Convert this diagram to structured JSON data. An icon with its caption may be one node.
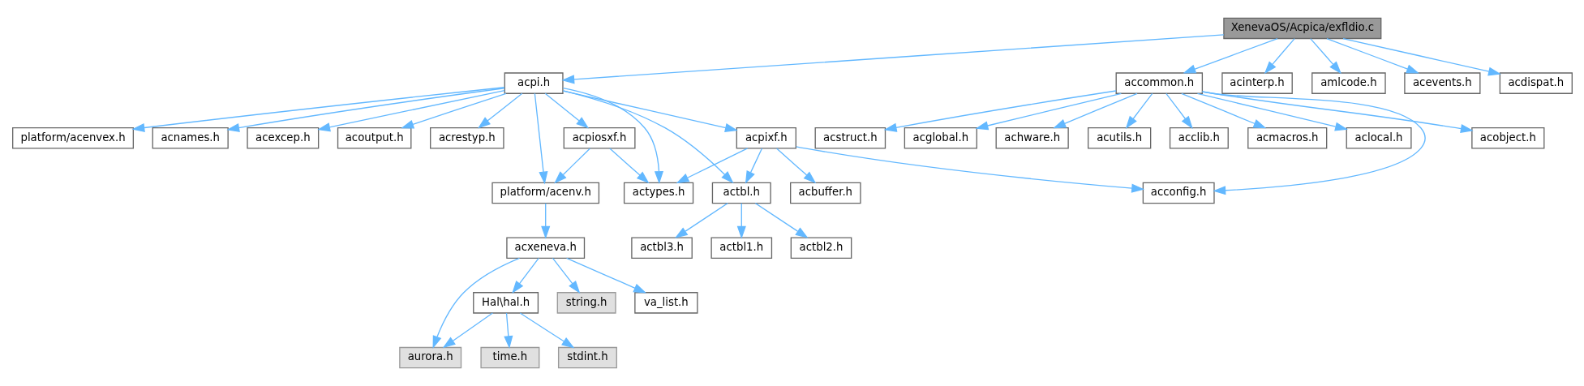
{
  "diagram": {
    "nodes": [
      {
        "text": [
          "XenevaOS/Acpica/exfldio.c"
        ]
      },
      {
        "text": [
          "acpi.h"
        ]
      },
      {
        "text": [
          "accommon.h"
        ]
      },
      {
        "text": [
          "acinterp.h"
        ]
      },
      {
        "text": [
          "amlcode.h"
        ]
      },
      {
        "text": [
          "acevents.h"
        ]
      },
      {
        "text": [
          "acdispat.h"
        ]
      },
      {
        "text": [
          "acexcep.h"
        ]
      },
      {
        "text": [
          "acoutput.h"
        ]
      },
      {
        "text": [
          "acrestyp.h"
        ]
      },
      {
        "text": [
          "acpiosxf.h"
        ]
      },
      {
        "text": [
          "acpixf.h"
        ]
      },
      {
        "text": [
          "platform/acenvex.h"
        ]
      },
      {
        "text": [
          "acnames.h"
        ]
      },
      {
        "text": [
          "acobject.h"
        ]
      },
      {
        "text": [
          "acstruct.h"
        ]
      },
      {
        "text": [
          "acglobal.h"
        ]
      },
      {
        "text": [
          "achware.h"
        ]
      },
      {
        "text": [
          "acutils.h"
        ]
      },
      {
        "text": [
          "acclib.h"
        ]
      },
      {
        "text": [
          "acmacros.h"
        ]
      },
      {
        "text": [
          "aclocal.h"
        ]
      },
      {
        "text": [
          "platform/acenv.h"
        ]
      },
      {
        "text": [
          "actypes.h"
        ]
      },
      {
        "text": [
          "actbl.h"
        ]
      },
      {
        "text": [
          "acbuffer.h"
        ]
      },
      {
        "text": [
          "acconfig.h"
        ]
      },
      {
        "text": [
          "acxeneva.h"
        ]
      },
      {
        "text": [
          "actbl1.h"
        ]
      },
      {
        "text": [
          "actbl2.h"
        ]
      },
      {
        "text": [
          "actbl3.h"
        ]
      },
      {
        "text": [
          "Hal\\hal.h"
        ]
      },
      {
        "text": [
          "string.h"
        ]
      },
      {
        "text": [
          "va_list.h"
        ]
      },
      {
        "text": [
          "aurora.h"
        ]
      },
      {
        "text": [
          "time.h"
        ]
      },
      {
        "text": [
          "stdint.h"
        ]
      }
    ],
    "edges": [
      {
        "from": 0,
        "to": 1,
        "arrow": "to"
      },
      {
        "from": 0,
        "to": 2,
        "arrow": "to"
      },
      {
        "from": 0,
        "to": 3,
        "arrow": "to"
      },
      {
        "from": 0,
        "to": 4,
        "arrow": "to"
      },
      {
        "from": 0,
        "to": 5,
        "arrow": "to"
      },
      {
        "from": 0,
        "to": 6,
        "arrow": "to"
      },
      {
        "from": 1,
        "to": 7,
        "arrow": "to"
      },
      {
        "from": 1,
        "to": 8,
        "arrow": "to"
      },
      {
        "from": 1,
        "to": 9,
        "arrow": "to"
      },
      {
        "from": 1,
        "to": 22,
        "arrow": "to"
      },
      {
        "from": 1,
        "to": 10,
        "arrow": "to"
      },
      {
        "from": 1,
        "to": 23,
        "arrow": "to"
      },
      {
        "from": 1,
        "to": 24,
        "arrow": "to"
      },
      {
        "from": 1,
        "to": 11,
        "arrow": "to"
      },
      {
        "from": 1,
        "to": 12,
        "arrow": "to"
      },
      {
        "from": 1,
        "to": 13,
        "arrow": "to"
      },
      {
        "from": 10,
        "to": 22,
        "arrow": "to"
      },
      {
        "from": 10,
        "to": 23,
        "arrow": "to"
      },
      {
        "from": 11,
        "to": 23,
        "arrow": "to"
      },
      {
        "from": 11,
        "to": 24,
        "arrow": "to"
      },
      {
        "from": 11,
        "to": 25,
        "arrow": "to"
      },
      {
        "from": 11,
        "to": 26,
        "arrow": "to"
      },
      {
        "from": 2,
        "to": 14,
        "arrow": "to"
      },
      {
        "from": 2,
        "to": 15,
        "arrow": "to"
      },
      {
        "from": 2,
        "to": 16,
        "arrow": "to"
      },
      {
        "from": 2,
        "to": 17,
        "arrow": "to"
      },
      {
        "from": 2,
        "to": 18,
        "arrow": "to"
      },
      {
        "from": 2,
        "to": 19,
        "arrow": "to"
      },
      {
        "from": 2,
        "to": 26,
        "arrow": "to"
      },
      {
        "from": 2,
        "to": 20,
        "arrow": "to"
      },
      {
        "from": 2,
        "to": 21,
        "arrow": "to"
      },
      {
        "from": 22,
        "to": 27,
        "arrow": "to"
      },
      {
        "from": 24,
        "to": 28,
        "arrow": "to"
      },
      {
        "from": 24,
        "to": 29,
        "arrow": "to"
      },
      {
        "from": 24,
        "to": 30,
        "arrow": "to"
      },
      {
        "from": 27,
        "to": 34,
        "arrow": "to"
      },
      {
        "from": 27,
        "to": 31,
        "arrow": "to"
      },
      {
        "from": 27,
        "to": 32,
        "arrow": "to"
      },
      {
        "from": 27,
        "to": 33,
        "arrow": "to"
      },
      {
        "from": 31,
        "to": 34,
        "arrow": "to"
      },
      {
        "from": 31,
        "to": 35,
        "arrow": "to"
      },
      {
        "from": 31,
        "to": 36,
        "arrow": "to"
      }
    ]
  }
}
